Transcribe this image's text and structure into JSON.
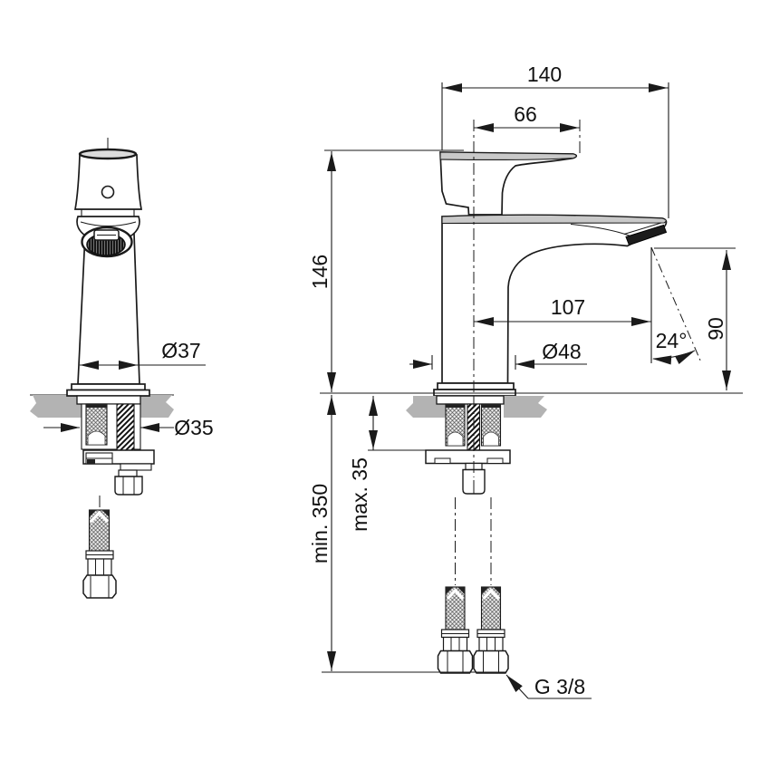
{
  "drawing": {
    "kind": "technical installation drawing",
    "subject": "single-lever basin pillar tap, front and side views with mounting hoses"
  },
  "dims": {
    "d140": "140",
    "d66": "66",
    "d146": "146",
    "d107": "107",
    "d90": "90",
    "d48": "Ø48",
    "d37": "Ø37",
    "d35": "Ø35",
    "angle24": "24°",
    "max35": "max. 35",
    "min350": "min. 350",
    "thread_g38": "G 3/8"
  },
  "colors": {
    "line": "#1a1a1a",
    "counter_gray": "#b3b3b3",
    "shading_gray": "#c9c9c9",
    "aerator_dark": "#1c1c1c",
    "background": "#ffffff"
  }
}
